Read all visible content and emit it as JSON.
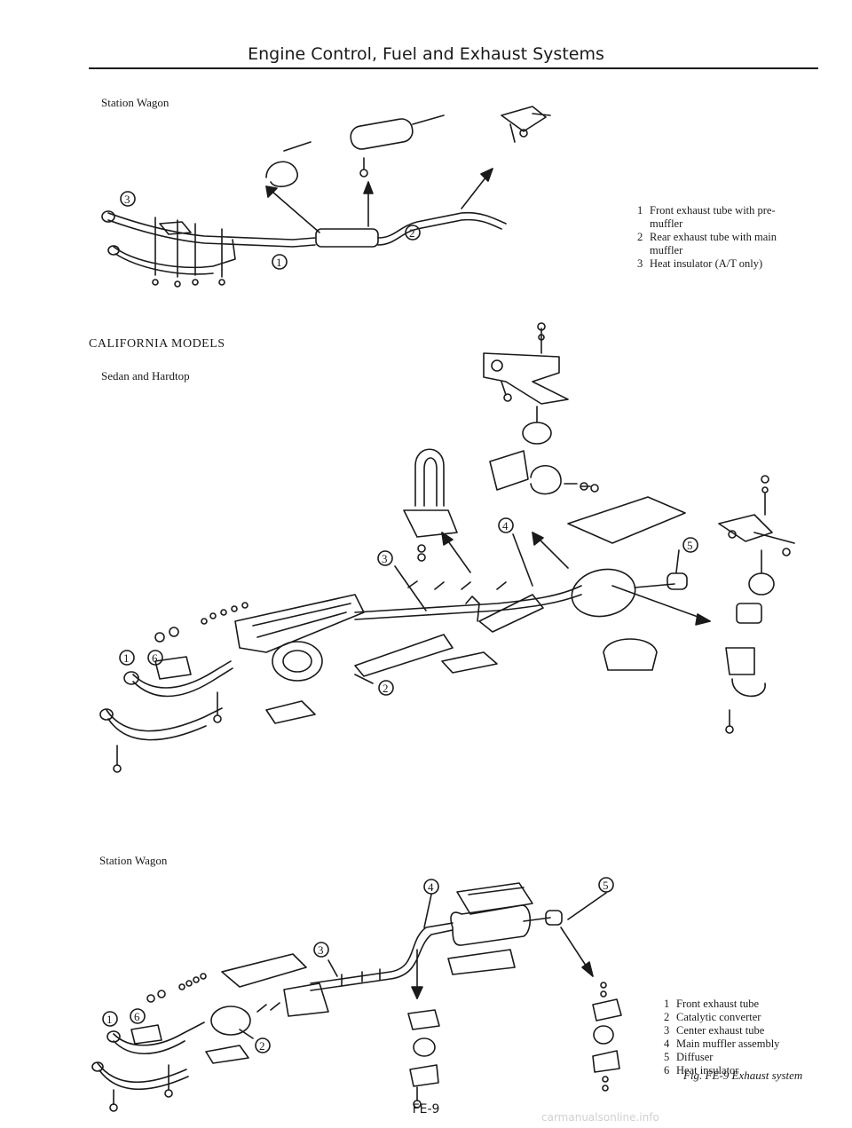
{
  "header": {
    "title": "Engine Control, Fuel and Exhaust Systems"
  },
  "section1": {
    "label": "Station Wagon",
    "legend": [
      {
        "num": "1",
        "text": "Front exhaust tube with pre-muffler"
      },
      {
        "num": "2",
        "text": "Rear exhaust tube with main muffler"
      },
      {
        "num": "3",
        "text": "Heat insulator (A/T only)"
      }
    ]
  },
  "section2": {
    "title": "CALIFORNIA MODELS",
    "label": "Sedan and Hardtop"
  },
  "section3": {
    "label": "Station Wagon",
    "legend": [
      {
        "num": "1",
        "text": "Front exhaust tube"
      },
      {
        "num": "2",
        "text": "Catalytic converter"
      },
      {
        "num": "3",
        "text": "Center exhaust tube"
      },
      {
        "num": "4",
        "text": "Main muffler assembly"
      },
      {
        "num": "5",
        "text": "Diffuser"
      },
      {
        "num": "6",
        "text": "Heat insulator"
      }
    ]
  },
  "callouts": [
    "1",
    "2",
    "3",
    "4",
    "5",
    "6"
  ],
  "figure": {
    "caption": "Fig. FE-9 Exhaust system"
  },
  "page": {
    "number": "FE-9"
  },
  "watermark": {
    "text": "carmanualsonline.info"
  }
}
